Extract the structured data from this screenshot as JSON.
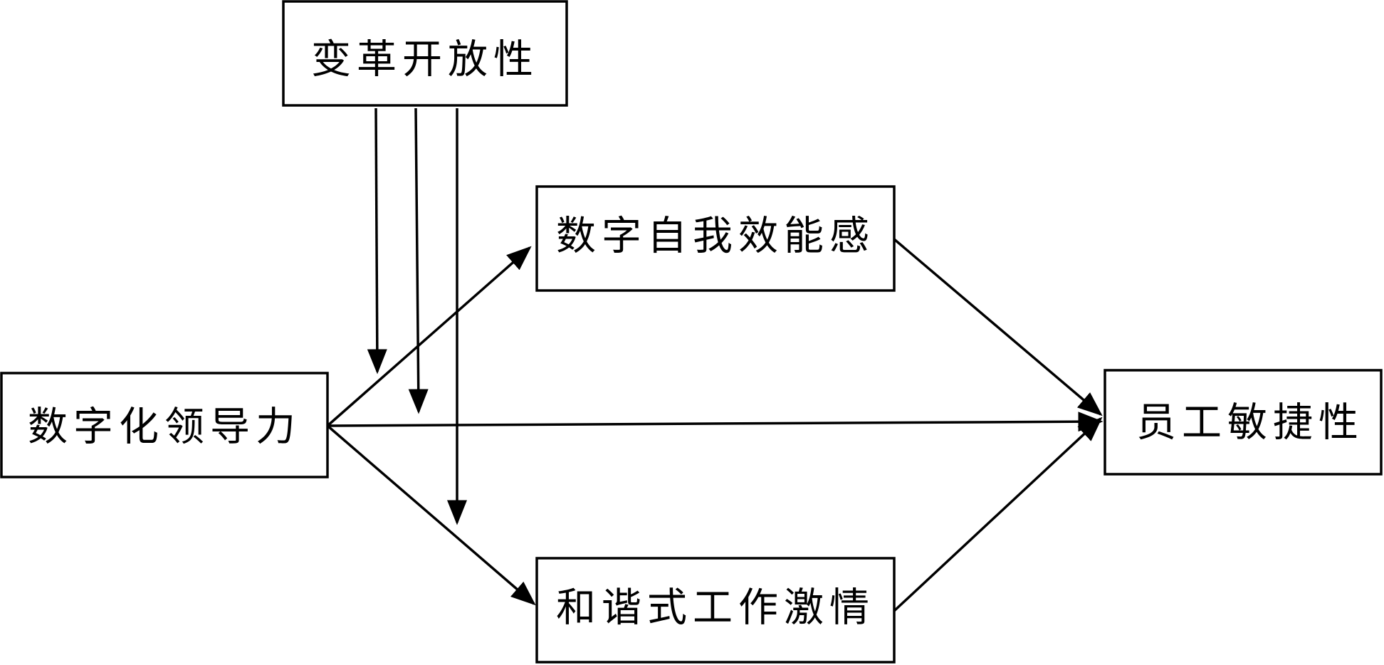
{
  "nodes": {
    "moderator": {
      "label": "变革开放性"
    },
    "independent": {
      "label": "数字化领导力"
    },
    "mediator_top": {
      "label": "数字自我效能感"
    },
    "mediator_bottom": {
      "label": "和谐式工作激情"
    },
    "dependent": {
      "label": "员工敏捷性"
    }
  },
  "edges": [
    {
      "from": "independent",
      "to": "mediator_top",
      "kind": "arrow"
    },
    {
      "from": "independent",
      "to": "mediator_bottom",
      "kind": "arrow"
    },
    {
      "from": "independent",
      "to": "dependent",
      "kind": "arrow"
    },
    {
      "from": "mediator_top",
      "to": "dependent",
      "kind": "arrow"
    },
    {
      "from": "mediator_bottom",
      "to": "dependent",
      "kind": "arrow"
    },
    {
      "from": "moderator",
      "to": "path-independent-mediator_top",
      "kind": "moderation"
    },
    {
      "from": "moderator",
      "to": "path-independent-dependent",
      "kind": "moderation"
    },
    {
      "from": "moderator",
      "to": "path-independent-mediator_bottom",
      "kind": "moderation"
    }
  ],
  "colors": {
    "line": "#000000",
    "box_fill": "#ffffff",
    "text": "#000000"
  }
}
